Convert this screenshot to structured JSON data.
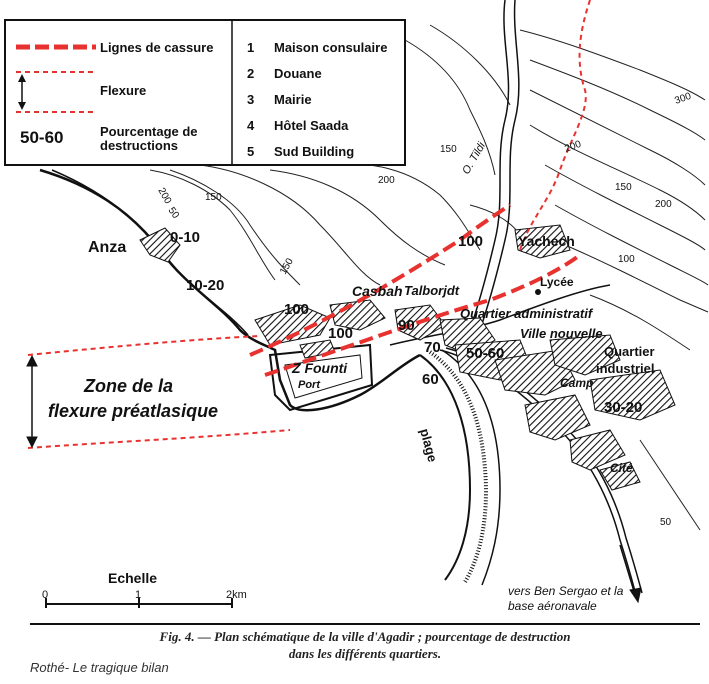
{
  "legend": {
    "break_lines": "Lignes de cassure",
    "flexure": "Flexure",
    "pct_value": "50-60",
    "pct_label_1": "Pourcentage de",
    "pct_label_2": "destructions",
    "buildings": [
      {
        "num": "1",
        "name": "Maison consulaire"
      },
      {
        "num": "2",
        "name": "Douane"
      },
      {
        "num": "3",
        "name": "Mairie"
      },
      {
        "num": "4",
        "name": "Hôtel Saada"
      },
      {
        "num": "5",
        "name": "Sud Building"
      }
    ]
  },
  "places": {
    "anza": "Anza",
    "casbah": "Casbah",
    "talborjt": "Talborjdt",
    "yachech": "Yachech",
    "lycee": "Lycée",
    "quartier_admin": "Quartier administratif",
    "ville_nouvelle": "Ville nouvelle",
    "quartier_industriel_1": "Quartier",
    "quartier_industriel_2": "industriel",
    "camp": "Camp",
    "cite": "Cité",
    "founti": "Z Founti",
    "port": "Port",
    "plage": "plage",
    "tildi": "O. Tildi",
    "zone_1": "Zone de la",
    "zone_2": "flexure préatlasique",
    "ben_sergao_1": "vers Ben Sergao et la",
    "ben_sergao_2": "base aéronavale"
  },
  "percentages": {
    "anza": "0-10",
    "south_anza": "10-20",
    "casbah": "100",
    "casbah_low": "100",
    "talborjt_w": "90",
    "talborjt_s": "70",
    "center": "50-60",
    "founti_s": "60",
    "yachech": "100",
    "industrial": "30-20"
  },
  "contours": [
    "200",
    "50",
    "150",
    "150",
    "200",
    "150",
    "200",
    "300",
    "200",
    "150",
    "100",
    "50"
  ],
  "scale": {
    "title": "Echelle",
    "t0": "0",
    "t1": "1",
    "t2": "2km"
  },
  "caption": {
    "line1": "Fig. 4. — Plan schématique de la ville d'Agadir ; pourcentage de destruction",
    "line2": "dans les différents quartiers.",
    "credit": "Rothé- Le tragique bilan"
  },
  "colors": {
    "break_line": "#e8322f",
    "flexure": "#e8322f",
    "ink": "#111111"
  }
}
